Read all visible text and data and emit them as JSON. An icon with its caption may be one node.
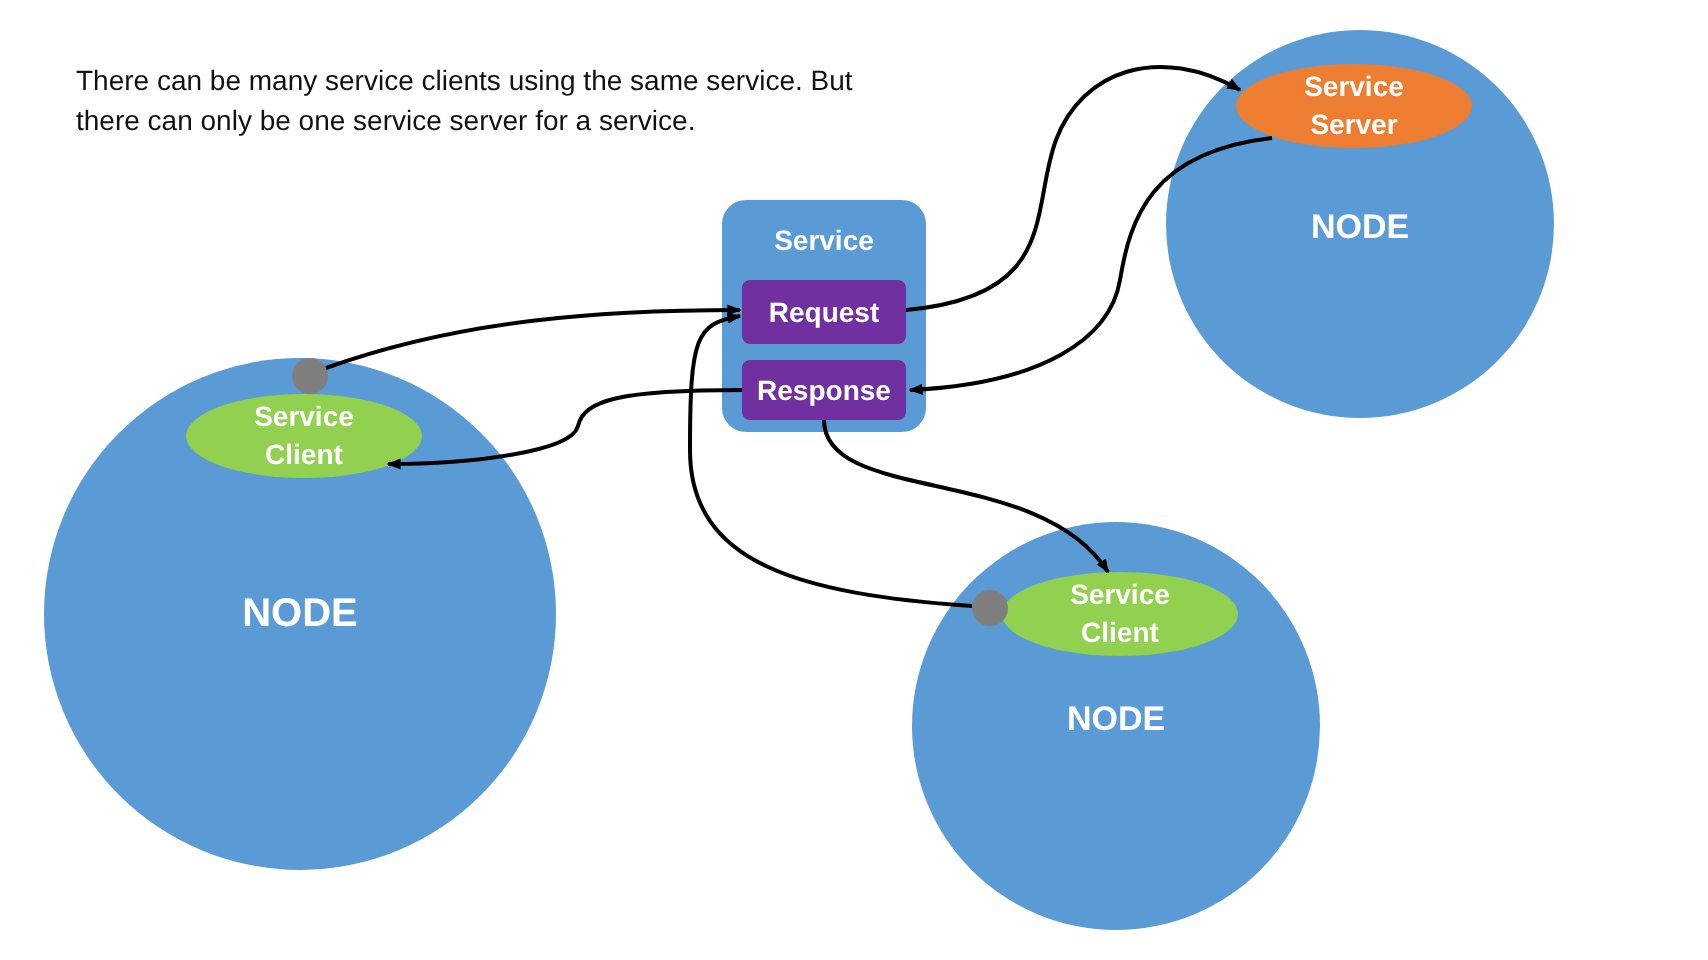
{
  "diagram": {
    "nodes": [
      {
        "text": [
          "NODE"
        ]
      },
      {
        "text": [
          "Service Client"
        ],
        "in": 0
      },
      {
        "text": [],
        "shape": "circle",
        "in": 0
      },
      {
        "text": [
          "Service"
        ]
      },
      {
        "text": [
          "Request"
        ],
        "in": 3
      },
      {
        "text": [
          "Response"
        ],
        "in": 3
      },
      {
        "text": [
          "NODE"
        ]
      },
      {
        "text": [
          "Service Server"
        ],
        "in": 6
      },
      {
        "text": [
          "NODE"
        ]
      },
      {
        "text": [
          "Service Client"
        ],
        "in": 8
      },
      {
        "text": [],
        "shape": "circle",
        "in": 8
      }
    ],
    "edges": [
      {
        "from": 2,
        "to": 4,
        "arrow": "to"
      },
      {
        "from": 4,
        "to": 7,
        "arrow": "to"
      },
      {
        "from": 7,
        "to": 5,
        "arrow": "to"
      },
      {
        "from": 5,
        "to": 1,
        "arrow": "to"
      },
      {
        "from": 5,
        "to": 9,
        "arrow": "to"
      },
      {
        "from": 10,
        "to": 4,
        "arrow": "to"
      }
    ],
    "labels": [
      "There can be many service clients using the same service. But there can only be one service server for a service."
    ]
  }
}
